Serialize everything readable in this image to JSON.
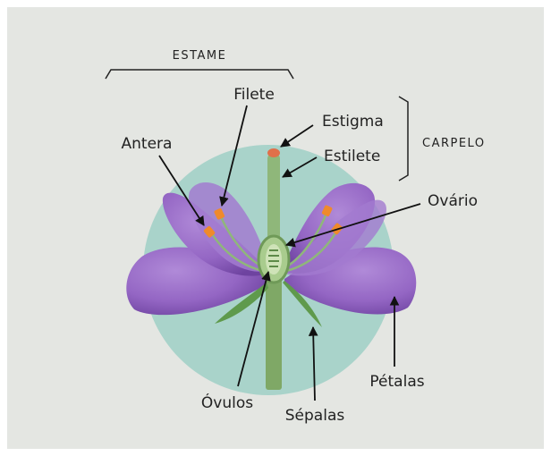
{
  "labels": {
    "estame": "ESTAME",
    "filete": "Filete",
    "antera": "Antera",
    "estigma": "Estigma",
    "estilete": "Estilete",
    "carpelo": "CARPELO",
    "ovario": "Ovário",
    "ovulos": "Óvulos",
    "sepalas": "Sépalas",
    "petalas": "Pétalas"
  },
  "colors": {
    "background": "#e4e6e2",
    "circle": "#a9d3ca",
    "petal": "#9b6fc9",
    "petal_dark": "#7a4faa",
    "stem": "#86ad6e",
    "sepal": "#5f9a4c",
    "anther": "#ef8a2c"
  }
}
